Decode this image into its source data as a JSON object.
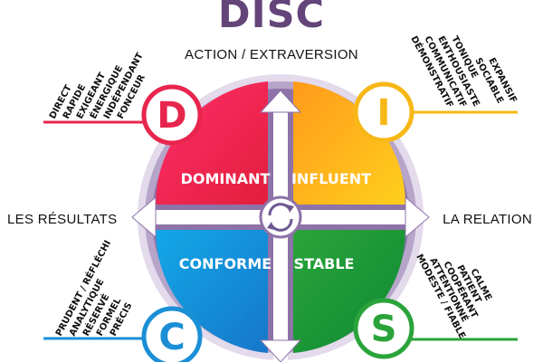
{
  "title": "DISC",
  "axes": {
    "top": "ACTION / EXTRAVERSION",
    "left": "LES RÉSULTATS",
    "right": "LA RELATION"
  },
  "quadrants": {
    "d": {
      "letter": "D",
      "label": "DOMINANT",
      "traits": [
        "DIRECT",
        "RAPIDE",
        "EXIGEANT",
        "ÉNERGIQUE",
        "INDÉPENDANT",
        "FONCEUR"
      ],
      "color": "#e8254d"
    },
    "i": {
      "letter": "I",
      "label": "INFLUENT",
      "traits": [
        "DÉMONSTRATIF",
        "COMMUNICATIF",
        "ENTHOUSIASTE",
        "TONIQUE",
        "SOCIABLE",
        "EXPANSIF"
      ],
      "color": "#f7a81b"
    },
    "c": {
      "letter": "C",
      "label": "CONFORME",
      "traits": [
        "PRUDENT / RÉFLÉCHI",
        "ANALYTIQUE",
        "RÉSERVÉ",
        "FORMEL",
        "PRÉCIS"
      ],
      "color": "#1a8fd6"
    },
    "s": {
      "letter": "S",
      "label": "STABLE",
      "traits": [
        "MODESTE / FIABLE",
        "ATTENTIONNÉ",
        "COOPÉRANT",
        "PATIENT",
        "CALME"
      ],
      "color": "#2aa43a"
    }
  },
  "colors": {
    "ring_outer": "#d9cfe3",
    "ring_inner": "#8e73a8",
    "title": "#64457a"
  },
  "icons": {
    "center": "refresh-cycle-icon",
    "arrows": "white-arrow-icon"
  }
}
